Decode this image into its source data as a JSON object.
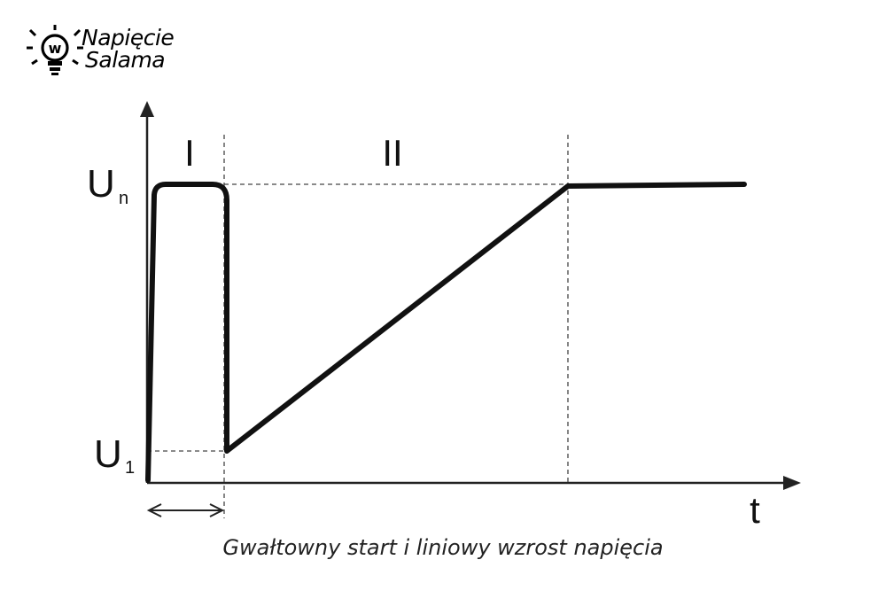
{
  "logo": {
    "icon": "lightbulb-w-icon",
    "line1": "Napięcie",
    "line2": "Salama"
  },
  "diagram": {
    "phase_labels": [
      "I",
      "II"
    ],
    "y_labels": {
      "un": "U",
      "un_sub": "n",
      "u1": "U",
      "u1_sub": "1"
    },
    "x_label": "t"
  },
  "caption": "Gwałtowny start i liniowy wzrost napięcia"
}
